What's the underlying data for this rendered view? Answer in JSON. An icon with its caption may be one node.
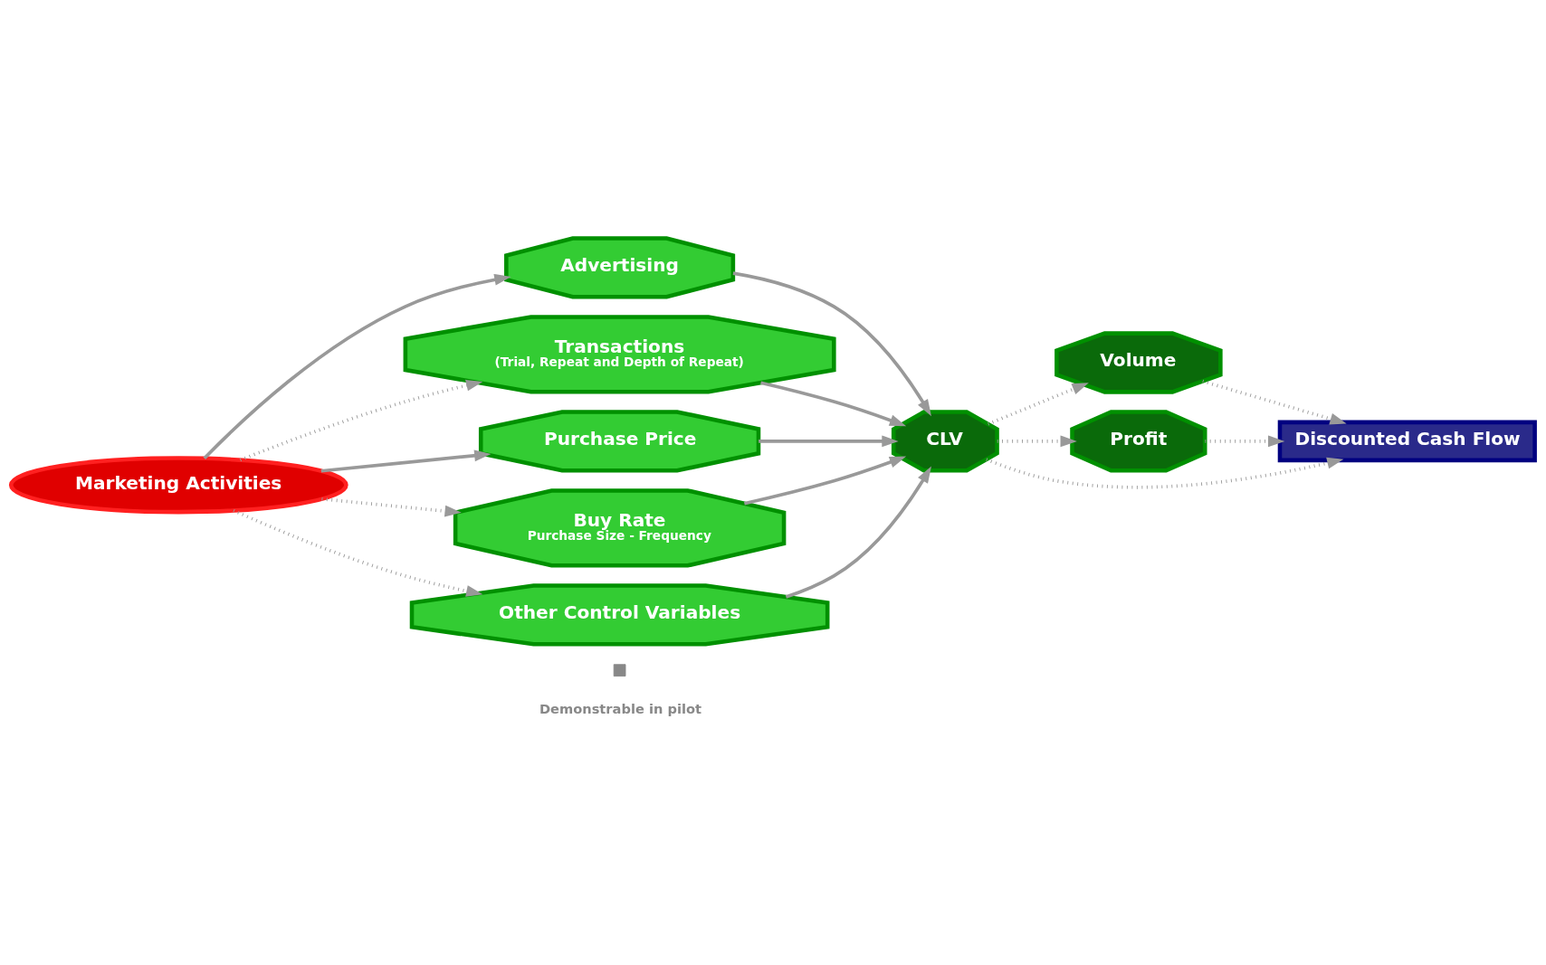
{
  "diagram": {
    "nodes": [
      {
        "text": [
          "Marketing Activities"
        ]
      },
      {
        "text": [
          "Advertising"
        ]
      },
      {
        "text": [
          "Transactions",
          "(Trial, Repeat and Depth of Repeat)"
        ]
      },
      {
        "text": [
          "Purchase Price"
        ]
      },
      {
        "text": [
          "Buy Rate",
          "Purchase Size - Frequency"
        ]
      },
      {
        "text": [
          "Other Control Variables"
        ]
      },
      {
        "text": [
          "CLV"
        ]
      },
      {
        "text": [
          "Volume"
        ]
      },
      {
        "text": [
          "Profit"
        ]
      },
      {
        "text": [
          "Discounted Cash Flow"
        ]
      }
    ],
    "edges": [
      {
        "from": 0,
        "to": 1,
        "arrow": "to"
      },
      {
        "from": 0,
        "to": 2,
        "arrow": "to",
        "style": "dashed"
      },
      {
        "from": 0,
        "to": 3,
        "arrow": "to"
      },
      {
        "from": 0,
        "to": 4,
        "arrow": "to",
        "style": "dashed"
      },
      {
        "from": 0,
        "to": 5,
        "arrow": "to",
        "style": "dashed"
      },
      {
        "from": 1,
        "to": 6,
        "arrow": "to"
      },
      {
        "from": 2,
        "to": 6,
        "arrow": "to"
      },
      {
        "from": 3,
        "to": 6,
        "arrow": "to"
      },
      {
        "from": 4,
        "to": 6,
        "arrow": "to"
      },
      {
        "from": 5,
        "to": 6,
        "arrow": "to"
      },
      {
        "from": 6,
        "to": 7,
        "arrow": "to",
        "style": "dashed"
      },
      {
        "from": 6,
        "to": 9,
        "arrow": "to",
        "style": "dashed"
      },
      {
        "from": 6,
        "to": 8,
        "arrow": "to",
        "style": "dashed"
      },
      {
        "from": 7,
        "to": 9,
        "arrow": "to",
        "style": "dashed"
      },
      {
        "from": 8,
        "to": 9,
        "arrow": "to",
        "style": "dashed"
      }
    ],
    "legend": [
      {
        "text": "Demonstrable in pilot"
      }
    ]
  }
}
